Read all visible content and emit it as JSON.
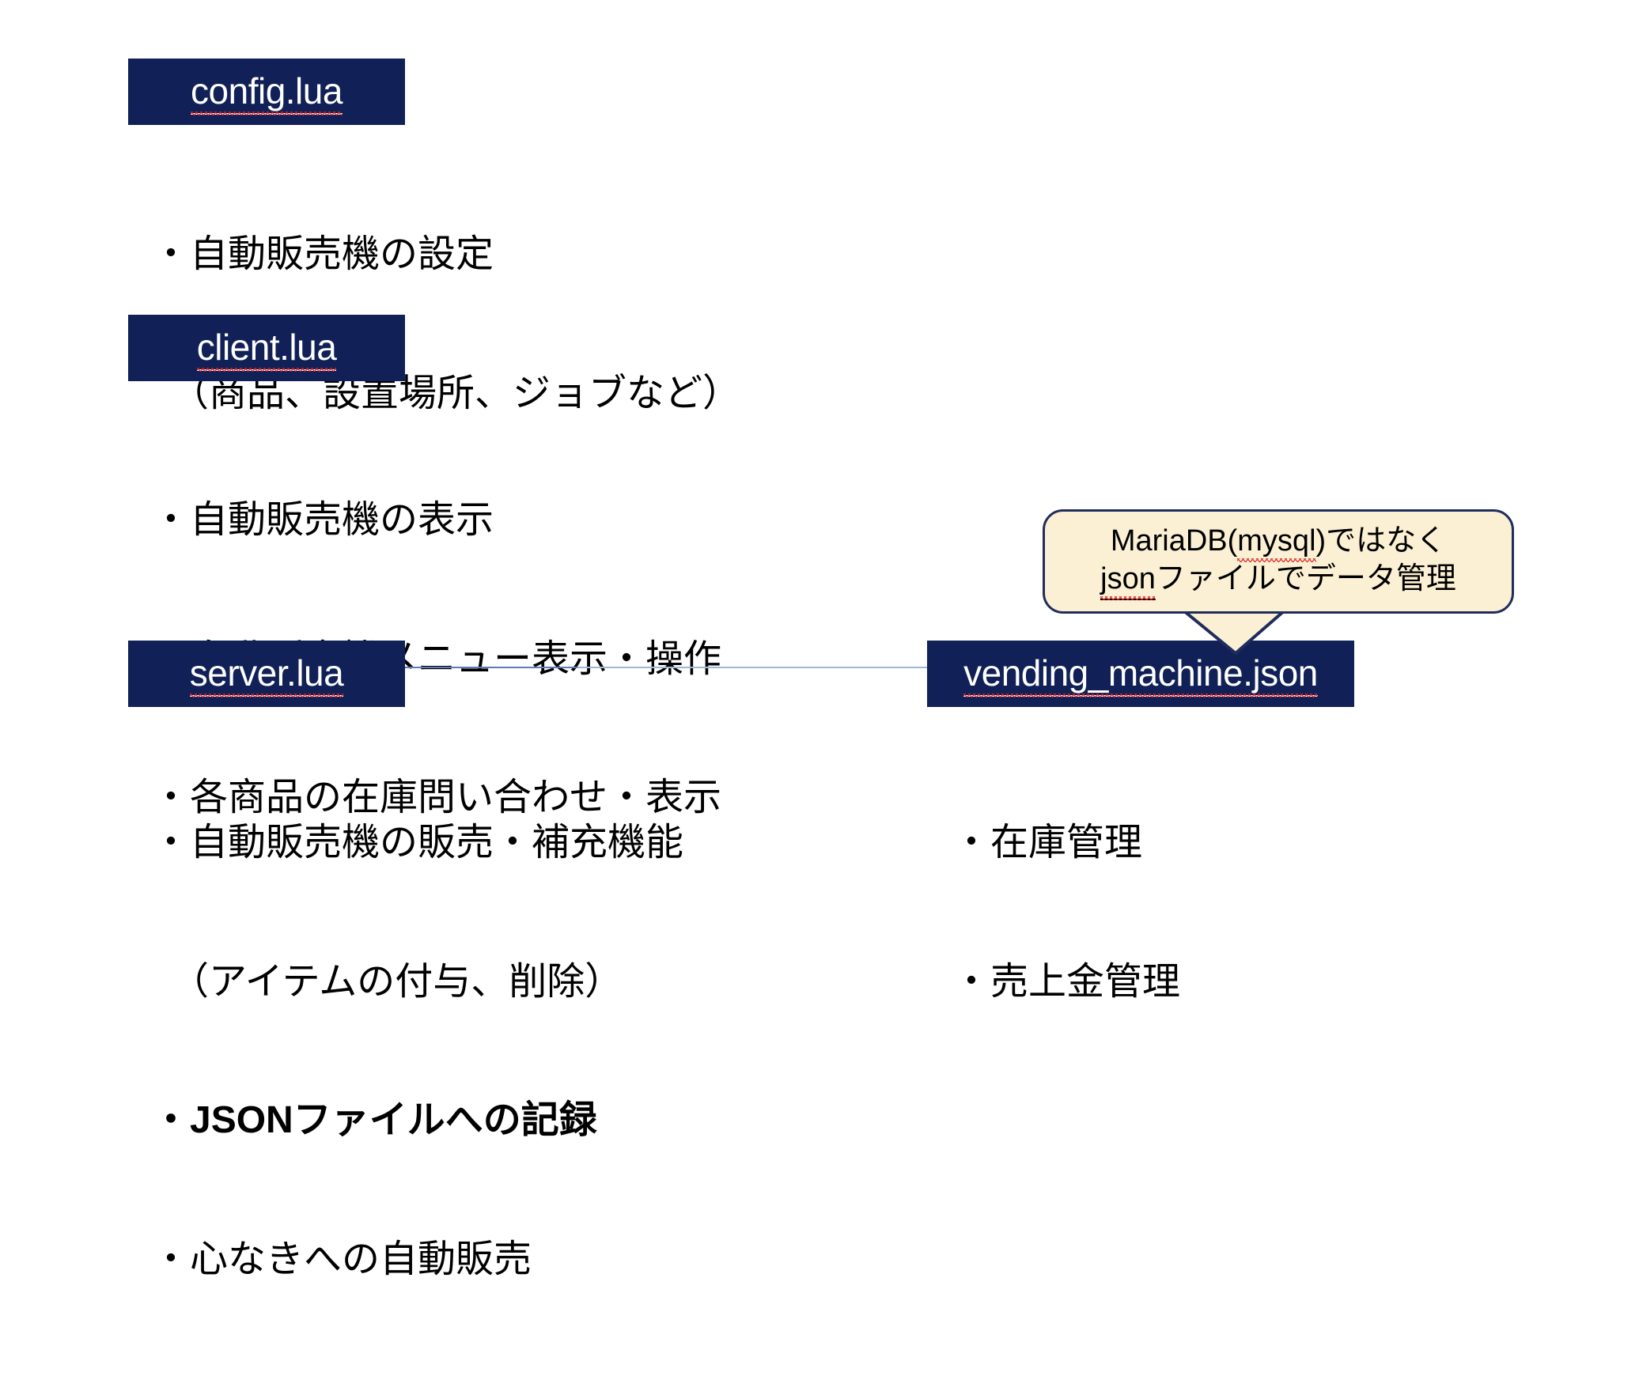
{
  "slide": {
    "background_color": "#ffffff",
    "accent_navy": "#112157",
    "callout_fill": "#fbf0d3",
    "callout_border": "#1f2d5c",
    "connector_color": "#5b7cb5",
    "spellcheck_underline_color": "#e02020"
  },
  "blocks": {
    "config": {
      "title": "config.lua",
      "lines": [
        "・自動販売機の設定",
        "　（商品、設置場所、ジョブなど）"
      ]
    },
    "client": {
      "title": "client.lua",
      "lines": [
        "・自動販売機の表示",
        "・自動販売機メニュー表示・操作",
        "・各商品の在庫問い合わせ・表示"
      ]
    },
    "server": {
      "title": "server.lua",
      "lines": [
        "・自動販売機の販売・補充機能",
        "　（アイテムの付与、削除）",
        "・JSONファイルへの記録",
        "・心なきへの自動販売"
      ]
    },
    "json_file": {
      "title": "vending_machine.json",
      "lines": [
        "・在庫管理",
        "・売上金管理"
      ]
    }
  },
  "callout": {
    "line1_prefix": "MariaDB(",
    "line1_misspelled": "mysql",
    "line1_suffix": ")ではなく",
    "line2_misspelled": "json",
    "line2_suffix": "ファイルでデータ管理"
  }
}
